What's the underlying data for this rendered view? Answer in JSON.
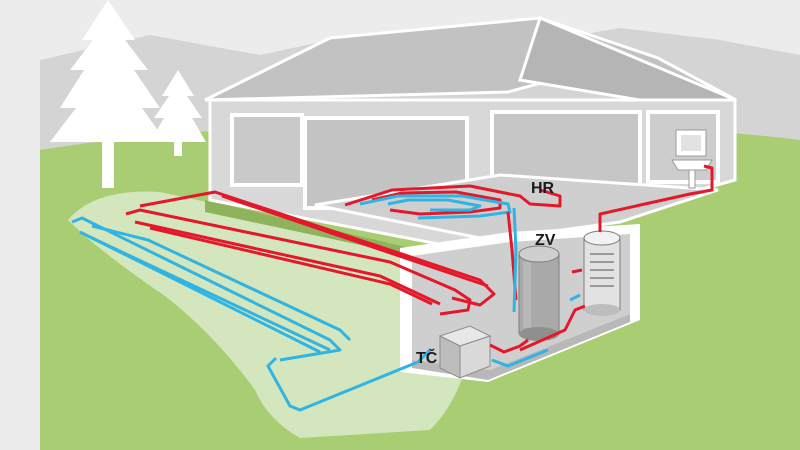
{
  "labels": {
    "hr": "HR",
    "zv": "ZV",
    "tc": "TČ"
  },
  "colors": {
    "background": "#ececec",
    "mountains": "#d4d4d4",
    "lawn": "#a9cd72",
    "collector_zone": "#d3e6bd",
    "house_wall": "#d6d6d6",
    "roof": "#bdbdbd",
    "basement": "#cfcfcf",
    "hot_pipe": "#e3182b",
    "cold_pipe": "#2fb4e3",
    "label_text": "#1a1a1a"
  },
  "icons": [
    "tree-icon",
    "heat-pump-icon",
    "storage-tank-icon",
    "boiler-tank-icon",
    "sink-icon"
  ]
}
